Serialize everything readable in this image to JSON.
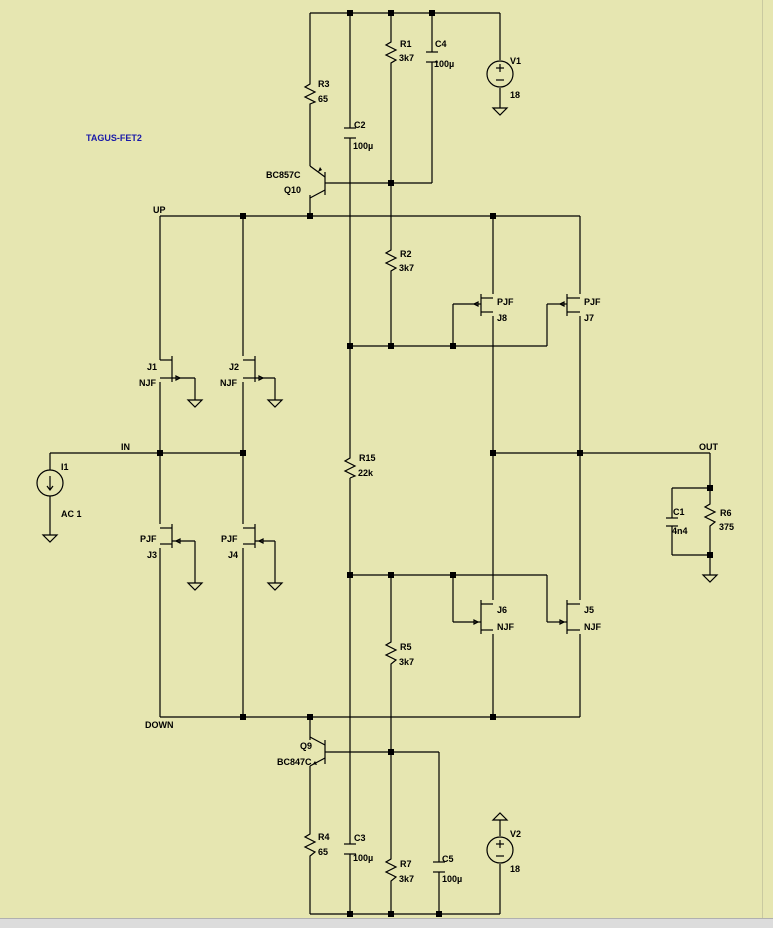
{
  "title": "TAGUS-FET2",
  "nets": {
    "up": "UP",
    "down": "DOWN",
    "in": "IN",
    "out": "OUT"
  },
  "components": {
    "R1": {
      "name": "R1",
      "value": "3k7"
    },
    "R2": {
      "name": "R2",
      "value": "3k7"
    },
    "R3": {
      "name": "R3",
      "value": "65"
    },
    "R4": {
      "name": "R4",
      "value": "65"
    },
    "R5": {
      "name": "R5",
      "value": "3k7"
    },
    "R6": {
      "name": "R6",
      "value": "375"
    },
    "R7": {
      "name": "R7",
      "value": "3k7"
    },
    "R15": {
      "name": "R15",
      "value": "22k"
    },
    "C1": {
      "name": "C1",
      "value": "4n4"
    },
    "C2": {
      "name": "C2",
      "value": "100µ"
    },
    "C3": {
      "name": "C3",
      "value": "100µ"
    },
    "C4": {
      "name": "C4",
      "value": "100µ"
    },
    "C5": {
      "name": "C5",
      "value": "100µ"
    },
    "V1": {
      "name": "V1",
      "value": "18"
    },
    "V2": {
      "name": "V2",
      "value": "18"
    },
    "I1": {
      "name": "I1",
      "value": "AC 1"
    },
    "Q10": {
      "name": "Q10",
      "model": "BC857C"
    },
    "Q9": {
      "name": "Q9",
      "model": "BC847C"
    },
    "J1": {
      "name": "J1",
      "model": "NJF"
    },
    "J2": {
      "name": "J2",
      "model": "NJF"
    },
    "J3": {
      "name": "J3",
      "model": "PJF"
    },
    "J4": {
      "name": "J4",
      "model": "PJF"
    },
    "J5": {
      "name": "J5",
      "model": "NJF"
    },
    "J6": {
      "name": "J6",
      "model": "NJF"
    },
    "J7": {
      "name": "J7",
      "model": "PJF"
    },
    "J8": {
      "name": "J8",
      "model": "PJF"
    }
  }
}
